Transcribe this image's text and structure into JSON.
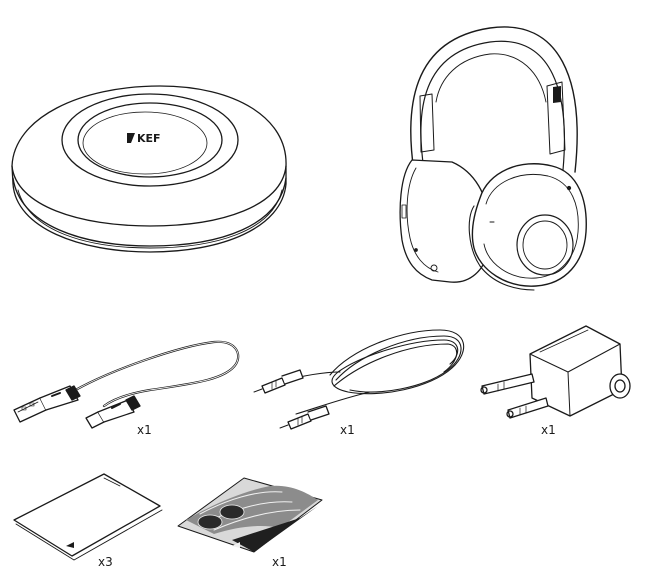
{
  "brand": {
    "logo_text": "KEF"
  },
  "items": [
    {
      "name": "carry case"
    },
    {
      "name": "headphones"
    },
    {
      "name": "usb-c cable",
      "quantity": "x1"
    },
    {
      "name": "3.5mm audio cable",
      "quantity": "x1"
    },
    {
      "name": "airline adapter",
      "quantity": "x1"
    },
    {
      "name": "manuals",
      "quantity": "x3"
    },
    {
      "name": "cleaning cloth",
      "quantity": "x1"
    }
  ]
}
